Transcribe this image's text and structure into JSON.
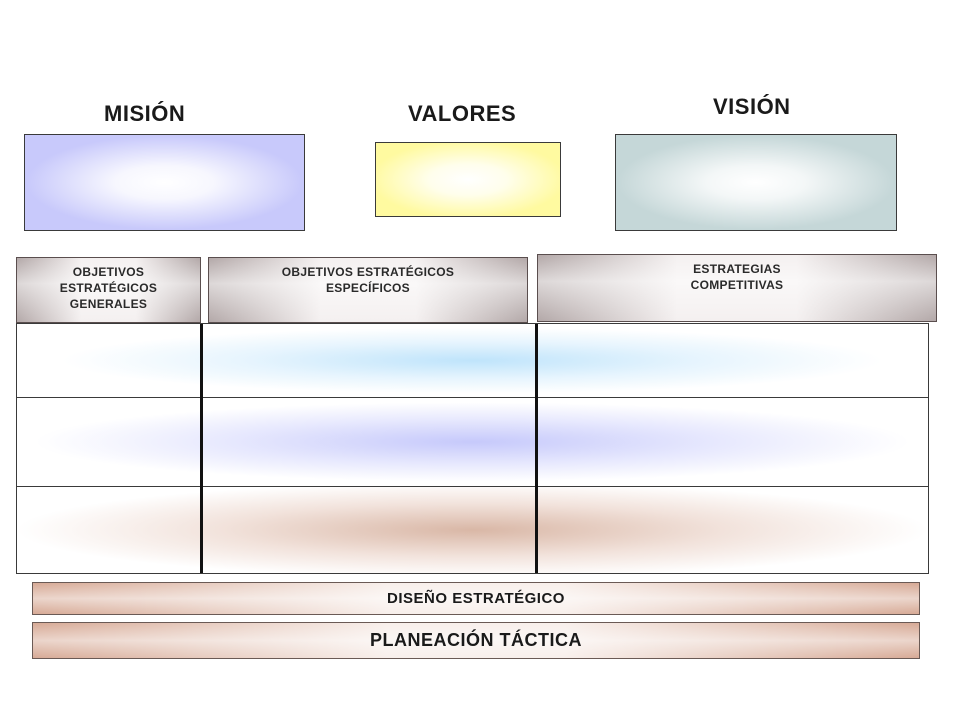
{
  "headings": {
    "mision": "MISIÓN",
    "valores": "VALORES",
    "vision": "VISIÓN"
  },
  "headers": {
    "generales": [
      "OBJETIVOS",
      "ESTRATÉGICOS",
      "GENERALES"
    ],
    "especificos": [
      "OBJETIVOS ESTRATÉGICOS",
      "ESPECÍFICOS"
    ],
    "estrategias": [
      "ESTRATEGIAS",
      "COMPETITIVAS"
    ]
  },
  "bars": {
    "diseno": "DISEÑO ESTRATÉGICO",
    "planeacion": "PLANEACIÓN  TÁCTICA"
  },
  "colors": {
    "mision_box": "#c8c9fb",
    "valores_box": "#fffaa0",
    "vision_box": "#c5d7d8",
    "header_cells": "#b3a8a8",
    "row_1": "#bfe4fb",
    "row_2": "#c6c9fb",
    "row_3": "#d9b7a6",
    "bars": "#d7aa96"
  }
}
